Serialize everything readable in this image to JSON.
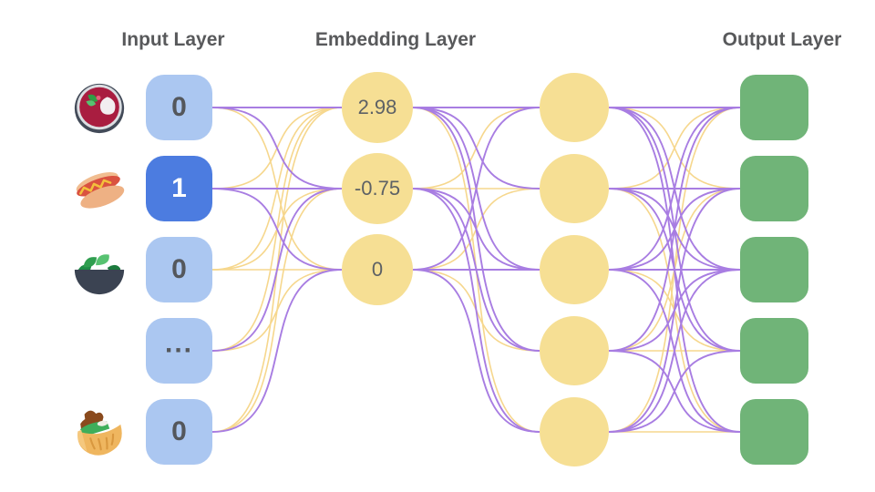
{
  "diagram": {
    "titles": {
      "input": "Input Layer",
      "embedding": "Embedding Layer",
      "output": "Output Layer"
    },
    "input_layer": {
      "nodes": [
        {
          "value": "0",
          "icon": "borscht-soup-bowl",
          "active": false
        },
        {
          "value": "1",
          "icon": "hot-dog",
          "active": true
        },
        {
          "value": "0",
          "icon": "salad-bowl",
          "active": false
        },
        {
          "value": "...",
          "icon": null,
          "active": false
        },
        {
          "value": "0",
          "icon": "pita-sandwich",
          "active": false
        }
      ]
    },
    "embedding_layer": {
      "nodes": [
        {
          "value": "2.98"
        },
        {
          "value": "-0.75"
        },
        {
          "value": "0"
        }
      ]
    },
    "hidden_layer": {
      "node_count": 5
    },
    "output_layer": {
      "node_count": 5
    },
    "colors": {
      "input_node": "#abc7f1",
      "input_node_active": "#4c7ce0",
      "embedding_node": "#f6df94",
      "hidden_node": "#f6df94",
      "output_node": "#70b478",
      "edge_purple": "#a87de2",
      "edge_yellow": "#f6d78d",
      "title_text": "#58595b",
      "node_text": "#54575c",
      "active_node_text": "#ffffff"
    },
    "edges": {
      "input_to_embedding": [
        [
          "purple",
          "purple",
          "yellow"
        ],
        [
          "yellow",
          "purple",
          "purple"
        ],
        [
          "yellow",
          "yellow",
          "yellow"
        ],
        [
          "yellow",
          "purple",
          "yellow"
        ],
        [
          "yellow",
          "yellow",
          "purple"
        ]
      ],
      "embedding_to_hidden": [
        [
          "purple",
          "purple",
          "purple",
          "purple",
          "yellow"
        ],
        [
          "yellow",
          "yellow",
          "purple",
          "purple",
          "purple"
        ],
        [
          "purple",
          "yellow",
          "purple",
          "yellow",
          "purple"
        ]
      ],
      "hidden_to_output": [
        [
          "purple",
          "yellow",
          "purple",
          "purple",
          "purple"
        ],
        [
          "yellow",
          "purple",
          "purple",
          "purple",
          "yellow"
        ],
        [
          "purple",
          "purple",
          "purple",
          "yellow",
          "purple"
        ],
        [
          "purple",
          "yellow",
          "purple",
          "yellow",
          "purple"
        ],
        [
          "yellow",
          "purple",
          "purple",
          "purple",
          "yellow"
        ]
      ]
    }
  }
}
